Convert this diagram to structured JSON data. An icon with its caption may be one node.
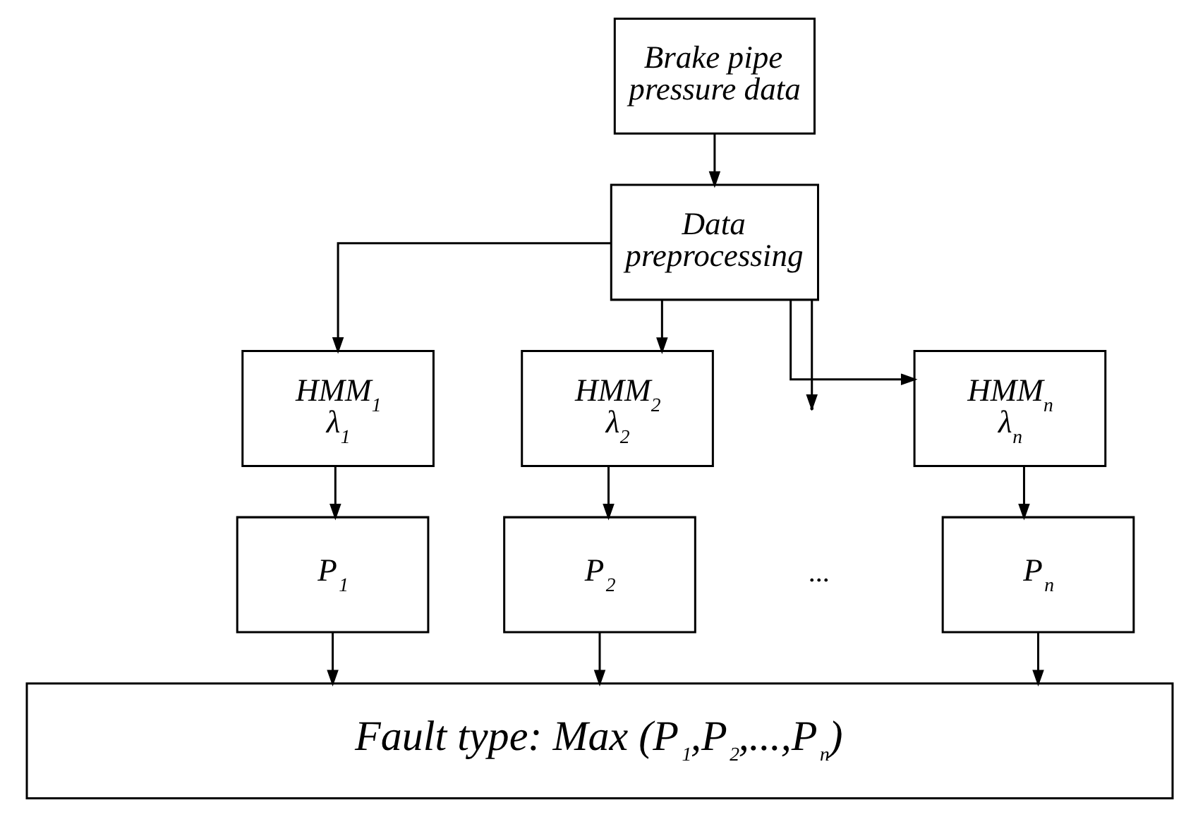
{
  "diagram": {
    "nodes": [
      {
        "text": [
          "Brake pipe pressure data"
        ]
      },
      {
        "text": [
          "Data preprocessing"
        ]
      },
      {
        "text": [
          "HMM$_{1}$",
          "λ$_{1}$"
        ]
      },
      {
        "text": [
          "HMM$_{2}$",
          "λ$_{2}$"
        ]
      },
      {
        "text": [
          "HMM$_{n}$",
          "λ$_{n}$"
        ]
      },
      {
        "text": [
          "P$_{1}$"
        ]
      },
      {
        "text": [
          "P$_{2}$"
        ]
      },
      {
        "text": [
          "P$_{n}$"
        ]
      },
      {
        "text": [
          "Fault type: Max (P$_{1}$,P$_{2}$,...,P$_{n}$)"
        ]
      }
    ],
    "edges": [
      {
        "from": 0,
        "to": 1,
        "arrow": "to"
      },
      {
        "from": 1,
        "to": 2,
        "arrow": "to"
      },
      {
        "from": 1,
        "to": 3,
        "arrow": "to"
      },
      {
        "from": 1,
        "to": null,
        "arrow": "to"
      },
      {
        "from": 1,
        "to": 4,
        "arrow": "to"
      },
      {
        "from": 2,
        "to": 5,
        "arrow": "to"
      },
      {
        "from": 3,
        "to": 6,
        "arrow": "to"
      },
      {
        "from": 4,
        "to": 7,
        "arrow": "to"
      },
      {
        "from": 5,
        "to": 8,
        "arrow": "to"
      },
      {
        "from": 6,
        "to": 8,
        "arrow": "to"
      },
      {
        "from": 7,
        "to": 8,
        "arrow": "to"
      }
    ],
    "labels": [
      "..."
    ]
  }
}
